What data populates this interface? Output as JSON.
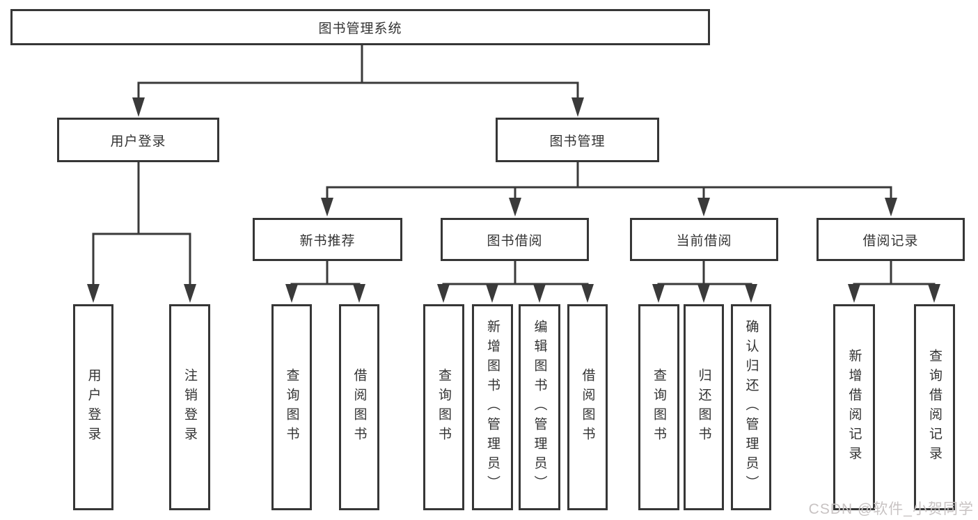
{
  "tree": {
    "root": {
      "label": "图书管理系统"
    },
    "login": {
      "label": "用户登录",
      "children": [
        "用户登录",
        "注销登录"
      ]
    },
    "management": {
      "label": "图书管理",
      "sections": [
        {
          "label": "新书推荐",
          "children": [
            "查询图书",
            "借阅图书"
          ]
        },
        {
          "label": "图书借阅",
          "children": [
            "查询图书",
            "新增图书（管理员）",
            "编辑图书（管理员）",
            "借阅图书"
          ]
        },
        {
          "label": "当前借阅",
          "children": [
            "查询图书",
            "归还图书",
            "确认归还（管理员）"
          ]
        },
        {
          "label": "借阅记录",
          "children": [
            "新增借阅记录",
            "查询借阅记录"
          ]
        }
      ]
    }
  },
  "watermark": {
    "text": "CSDN @软件_小贺同学"
  },
  "colors": {
    "line": "#3a3a3a",
    "border": "#363636",
    "text": "#333333",
    "watermark": "#c8c3c3",
    "background": "#ffffff"
  }
}
